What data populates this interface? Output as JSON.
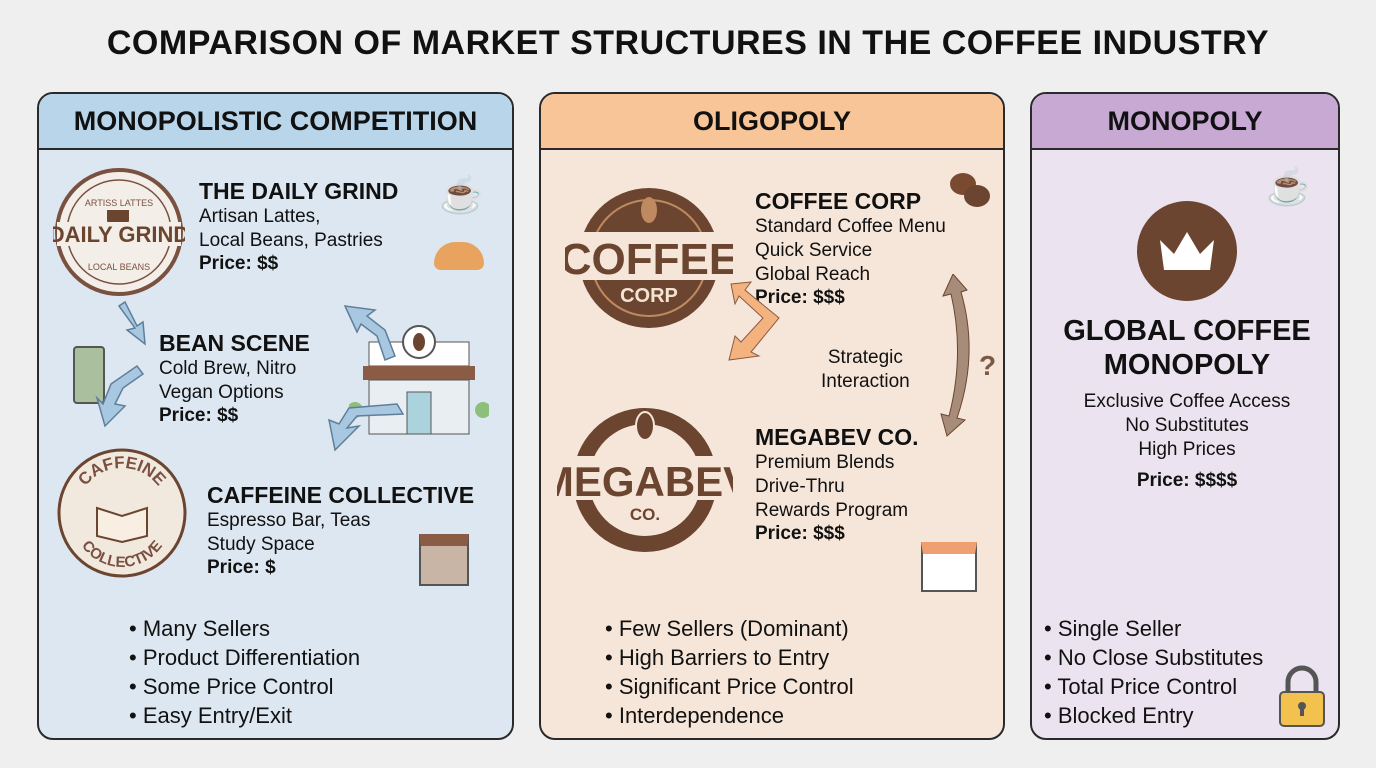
{
  "title": "COMPARISON OF MARKET STRUCTURES IN THE COFFEE INDUSTRY",
  "colors": {
    "blue_header": "#b9d5ea",
    "blue_body": "#dde7f1",
    "orange_header": "#f7c598",
    "orange_body": "#f6e6d9",
    "purple_header": "#c8a9d4",
    "purple_body": "#ebe3ef",
    "brown": "#6b4530"
  },
  "panels": [
    {
      "header": "MONOPOLISTIC COMPETITION",
      "firms": [
        {
          "name": "THE DAILY GRIND",
          "desc": [
            "Artisan Lattes,",
            "Local Beans, Pastries"
          ],
          "price": "Price: $$",
          "logo": [
            "ARTISS LATTES",
            "DAILY GRIND",
            "LOCAL BEANS"
          ]
        },
        {
          "name": "BEAN SCENE",
          "desc": [
            "Cold Brew, Nitro",
            "Vegan Options"
          ],
          "price": "Price: $$"
        },
        {
          "name": "CAFFEINE COLLECTIVE",
          "desc": [
            "Espresso Bar, Teas",
            "Study Space"
          ],
          "price": "Price: $",
          "logo": [
            "CAFFEINE",
            "COLLECTIVE"
          ]
        }
      ],
      "bullets": [
        "Many Sellers",
        "Product Differentiation",
        "Some Price Control",
        "Easy Entry/Exit"
      ]
    },
    {
      "header": "OLIGOPOLY",
      "firms": [
        {
          "name": "COFFEE CORP",
          "desc": [
            "Standard Coffee Menu",
            "Quick Service",
            "Global Reach"
          ],
          "price": "Price: $$$",
          "logo": [
            "COFFEE",
            "CORP"
          ]
        },
        {
          "name": "MEGABEV CO.",
          "desc": [
            "Premium Blends",
            "Drive-Thru",
            "Rewards Program"
          ],
          "price": "Price: $$$",
          "logo": [
            "MEGABEV",
            "CO."
          ]
        }
      ],
      "interaction": [
        "Strategic",
        "Interaction"
      ],
      "question": "?",
      "bullets": [
        "Few Sellers (Dominant)",
        "High Barriers to Entry",
        "Significant Price Control",
        "Interdependence"
      ]
    },
    {
      "header": "MONOPOLY",
      "firm": {
        "name": [
          "GLOBAL COFFEE",
          "MONOPOLY"
        ],
        "desc": [
          "Exclusive Coffee Access",
          "No Substitutes",
          "High Prices"
        ],
        "price": "Price: $$$$"
      },
      "bullets": [
        "Single Seller",
        "No Close Substitutes",
        "Total Price Control",
        "Blocked Entry"
      ]
    }
  ]
}
